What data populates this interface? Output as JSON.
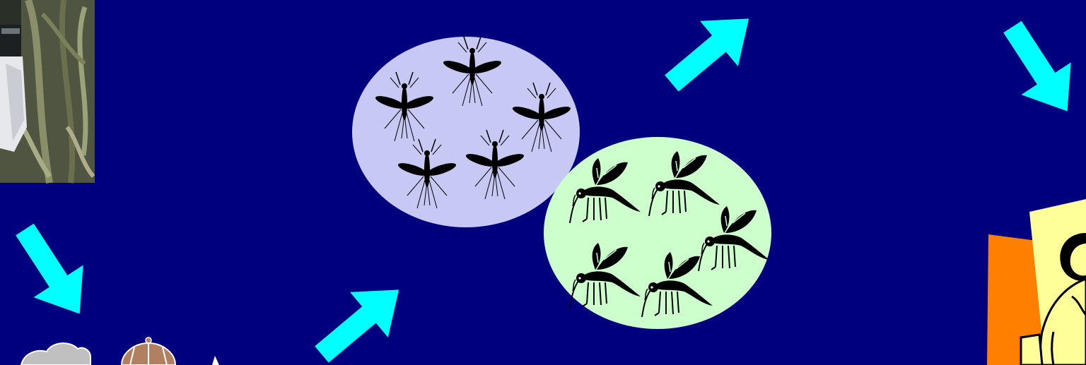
{
  "slide": {
    "background_color": "#00007f",
    "arrow_color": "#00ffff"
  },
  "photo": {
    "icon": "mosquito-trap-photo"
  },
  "groups": [
    {
      "name": "adult-mosquito-group",
      "fill": "#c8c8f5",
      "count": 5,
      "icon": "adult-mosquito-icon"
    },
    {
      "name": "larva-mosquito-group",
      "fill": "#ccffcc",
      "count": 5,
      "icon": "winged-mosquito-icon"
    }
  ],
  "arrows": [
    {
      "name": "arrow-down-left",
      "direction": "down-right"
    },
    {
      "name": "arrow-bottom-center",
      "direction": "up-right"
    },
    {
      "name": "arrow-top-center",
      "direction": "up-right"
    },
    {
      "name": "arrow-top-right",
      "direction": "down-right"
    }
  ],
  "clipart": {
    "lab_figure": "clinician-clipart",
    "bottom_left": "lab-equipment-clipart"
  }
}
